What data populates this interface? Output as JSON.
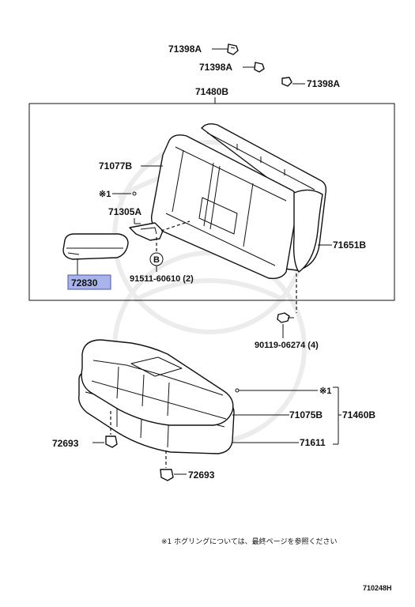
{
  "parts": {
    "clip_top_1": "71398A",
    "clip_top_2": "71398A",
    "clip_top_3": "71398A",
    "seatback_assy": "71480B",
    "cover_back": "71077B",
    "ref_mark_1": "※1",
    "hinge": "71305A",
    "armrest": "72830",
    "bolt_marker": "B",
    "bolt": "91511-60610 (2)",
    "pad_back": "71651B",
    "clip_lower": "90119-06274 (4)",
    "ref_mark_2": "※1",
    "cover_cushion": "71075B",
    "cushion_assy": "71460B",
    "pad_cushion": "71611",
    "hook_left": "72693",
    "hook_bottom": "72693"
  },
  "footnote": "※1  ホグリングについては、最終ページを参照ください",
  "diagram_code": "710248H",
  "highlight_color": "#a9b4ea"
}
